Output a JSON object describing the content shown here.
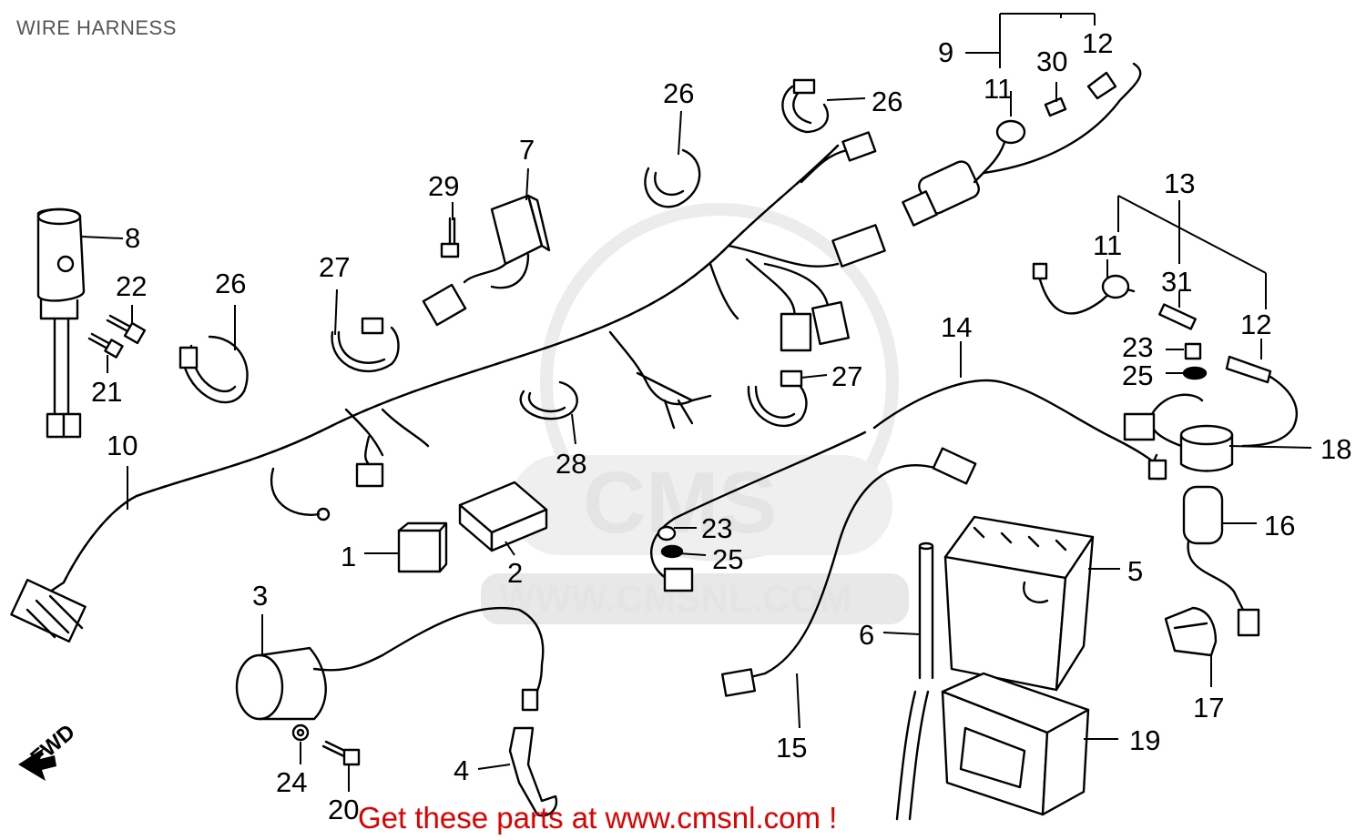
{
  "title": "WIRE HARNESS",
  "footer": "Get these parts at www.cmsnl.com !",
  "watermark": {
    "logo": "CMS",
    "url": "WWW.CMSNL.COM",
    "color": "#e4e4e4"
  },
  "fwd_label": "FWD",
  "colors": {
    "footer": "#e00000",
    "title": "#555555",
    "line": "#000000"
  },
  "callouts": {
    "c1": "1",
    "c2": "2",
    "c3": "3",
    "c4": "4",
    "c5": "5",
    "c6": "6",
    "c7": "7",
    "c8": "8",
    "c9": "9",
    "c10": "10",
    "c11a": "11",
    "c11b": "11",
    "c12a": "12",
    "c12b": "12",
    "c13": "13",
    "c14": "14",
    "c15": "15",
    "c16": "16",
    "c17": "17",
    "c18": "18",
    "c19": "19",
    "c20": "20",
    "c21": "21",
    "c22": "22",
    "c23a": "23",
    "c23b": "23",
    "c24": "24",
    "c25a": "25",
    "c25b": "25",
    "c26a": "26",
    "c26b": "26",
    "c26c": "26",
    "c27a": "27",
    "c27b": "27",
    "c28": "28",
    "c29": "29",
    "c30": "30",
    "c31": "31"
  }
}
